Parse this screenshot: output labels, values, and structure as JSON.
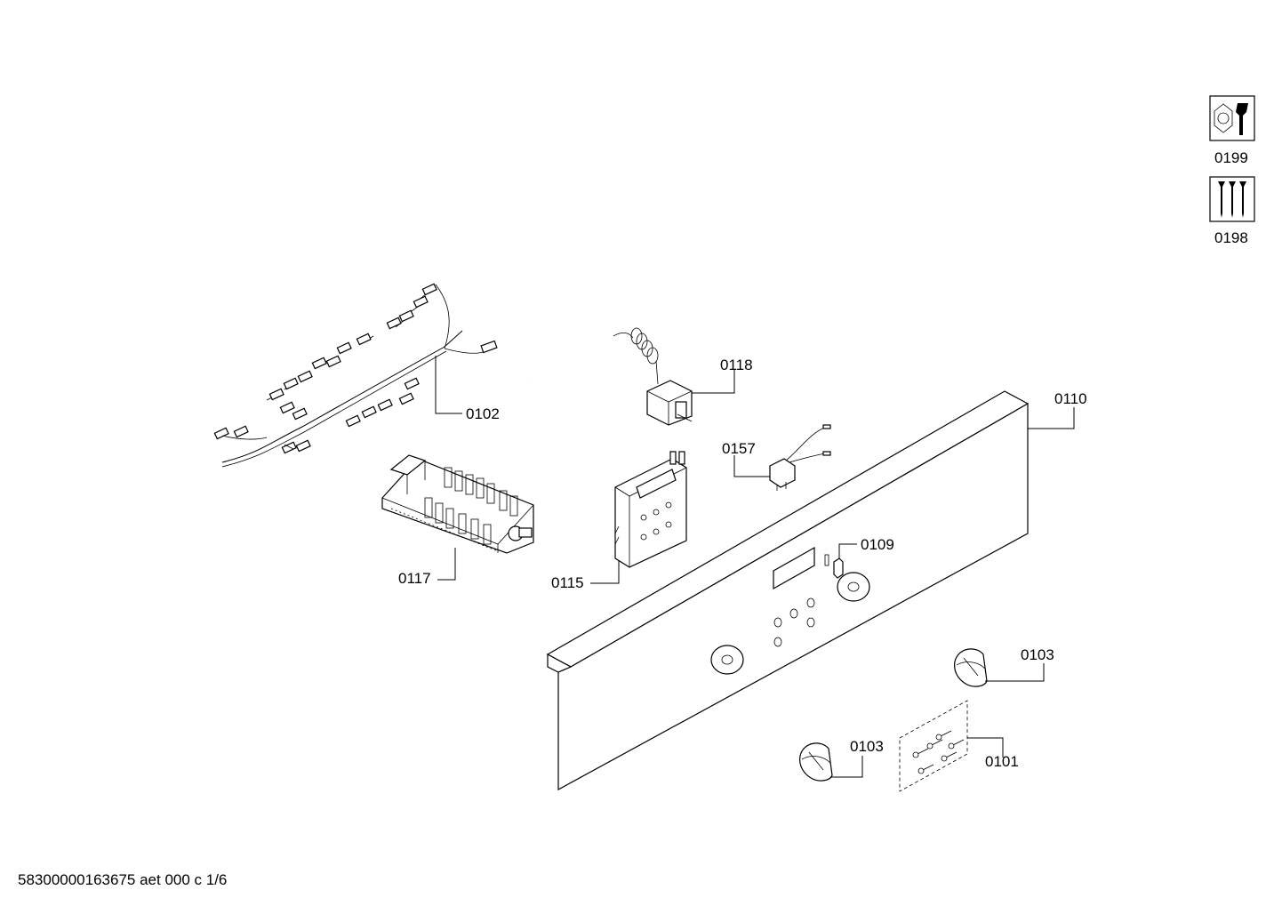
{
  "diagram": {
    "labels": {
      "p0199": "0199",
      "p0198": "0198",
      "p0118": "0118",
      "p0102": "0102",
      "p0110": "0110",
      "p0157": "0157",
      "p0109": "0109",
      "p0117": "0117",
      "p0115": "0115",
      "p0103a": "0103",
      "p0103b": "0103",
      "p0101": "0101"
    },
    "icons": {
      "p0199": "tool-wrench-icon",
      "p0198": "screws-icon"
    }
  },
  "footer": {
    "text": "58300000163675 aet 000 c 1/6"
  }
}
